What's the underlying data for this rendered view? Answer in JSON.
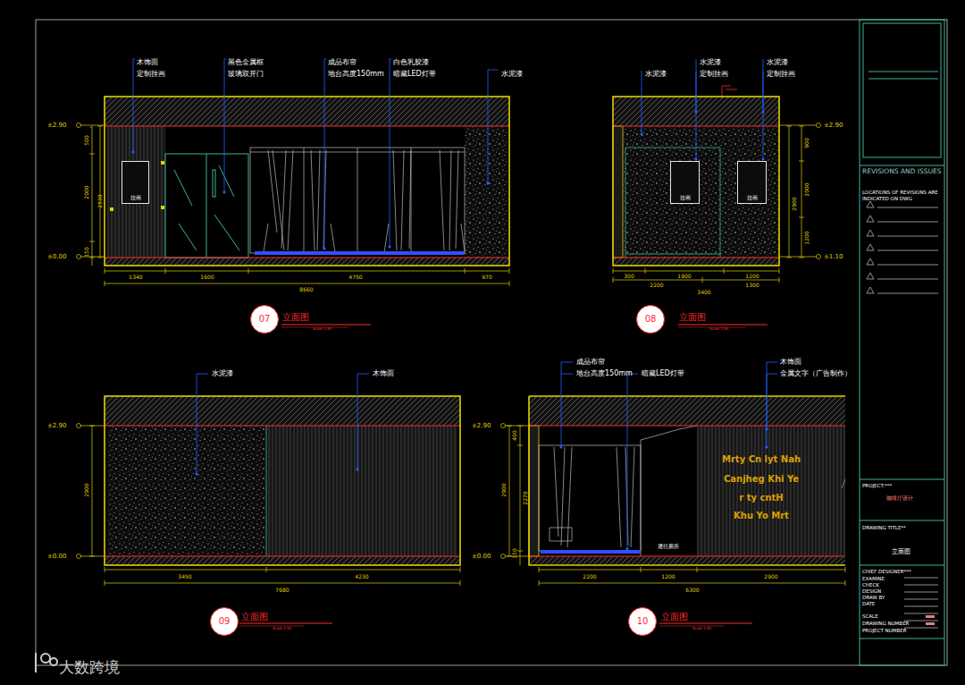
{
  "diagram": {
    "nodes": [
      {
        "text": [
          "挂画"
        ]
      },
      {
        "text": [
          "07"
        ]
      },
      {
        "text": [
          "挂画"
        ]
      },
      {
        "text": [
          "挂画"
        ]
      },
      {
        "text": [
          "08"
        ]
      },
      {
        "text": [
          "09"
        ]
      },
      {
        "text": [
          "10"
        ]
      }
    ],
    "labels": [
      "木饰面",
      "定制挂画",
      "黑色金属框",
      "玻璃双开门",
      "成品布帘",
      "地台高度150mm",
      "白色乳胶漆",
      "暗藏LED灯带",
      "水泥漆",
      "±2.90",
      "±0.00",
      "500",
      "2000",
      "2530",
      "150",
      "1340",
      "1600",
      "4750",
      "970",
      "8660",
      "立面图",
      "Scale 1:50",
      "水泥漆",
      "水泥漆",
      "定制挂画",
      "水泥漆",
      "定制挂画",
      "±2.90",
      "±1.10",
      "900",
      "2000",
      "1200",
      "2900",
      "300",
      "1900",
      "1200",
      "2200",
      "1300",
      "3400",
      "立面图",
      "Scale 1:50",
      "水泥漆",
      "木饰面",
      "±2.90",
      "±0.00",
      "2900",
      "3450",
      "4230",
      "7680",
      "立面图",
      "Scale 1:50",
      "成品布帘",
      "地台高度150mm",
      "暗藏LED灯带",
      "木饰面",
      "金属文字（广告制作）",
      "±2.90",
      "±0.00",
      "400",
      "2900",
      "2270",
      "150",
      "2200",
      "1200",
      "2900",
      "6300",
      "通往厕所",
      "Mrty Cn lyt Nah",
      "Canjheg Khi Ye",
      "r ty cntH",
      "Khu Yo Mrt",
      "立面图",
      "Scale 1:50",
      "REVISIONS AND ISSUES",
      "LOCATIONS OF REVISIONS ARE INDICATED ON DWG",
      "PROJECT:***",
      "咖啡厅设计",
      "DRAWING TITLE**",
      "立面图",
      "CHIEF DESIGNER***",
      "EXAMINE",
      "CHECK",
      "DESIGN",
      "DRAW BY",
      "DATE",
      "SCALE",
      "DRAWING NUMBER",
      "PROJECT NUMBER",
      "大数跨境"
    ]
  }
}
